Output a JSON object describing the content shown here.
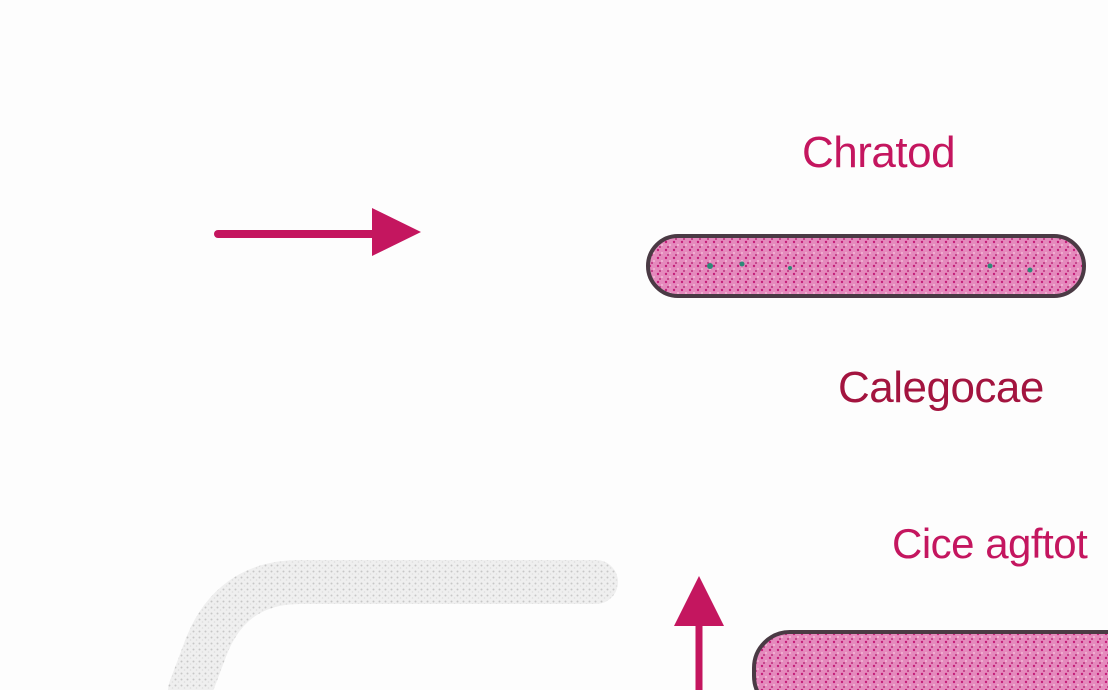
{
  "labels": {
    "top": "Chratod",
    "middle": "Calegocae",
    "bottom": "Cice agftot"
  },
  "colors": {
    "accent": "#c4165f",
    "accent_dark": "#a3143f",
    "rod_fill": "#e07ab0",
    "rod_outline": "#4a3a44",
    "rod_spots": "#2e8a78",
    "gray_rod": "#c8c8c8",
    "background": "#fdfdfd"
  },
  "icons": {
    "right_arrow": "arrow-right-icon",
    "up_arrow": "arrow-up-icon"
  }
}
